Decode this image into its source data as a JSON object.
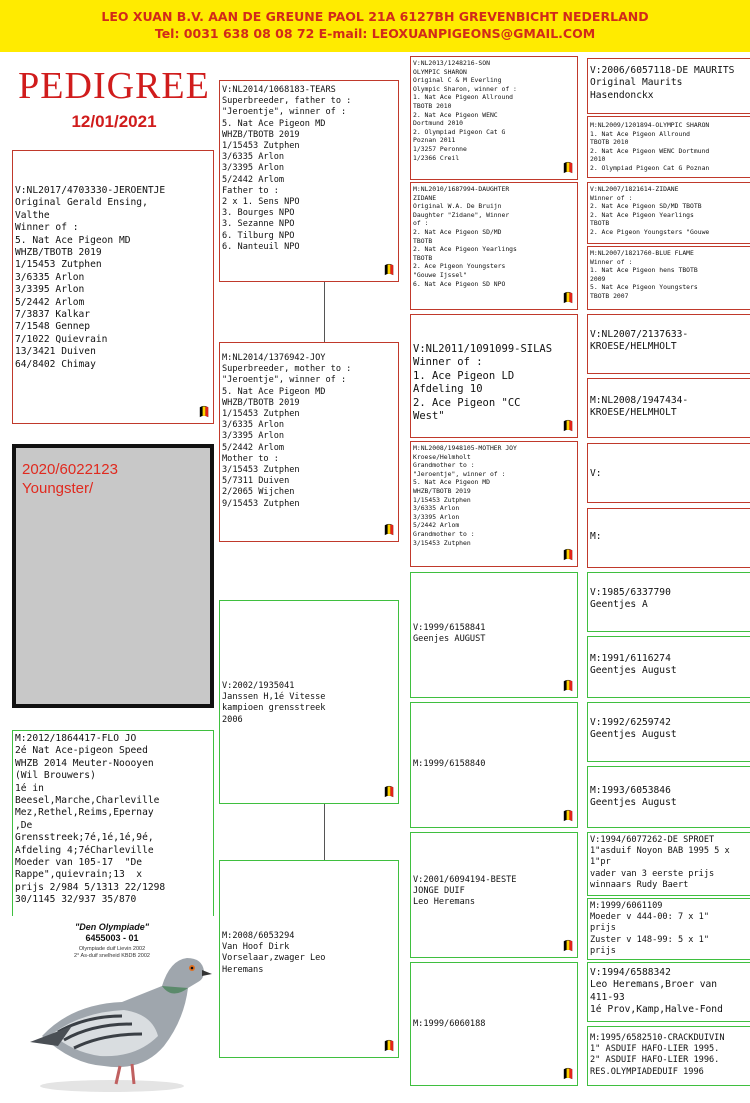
{
  "header": {
    "line1": "LEO XUAN B.V.  AAN DE GREUNE PAOL  21A  6127BH GREVENBICHT NEDERLAND",
    "line2": "Tel: 0031 638 08 08 72   E-mail: LEOXUANPIGEONS@GMAIL.COM"
  },
  "title": "PEDIGREE",
  "date": "12/01/2021",
  "subject": {
    "ring": "2020/6022123\nYoungster/"
  },
  "photo": {
    "name": "\"Den Olympiade\"",
    "ring": "6455003 - 01",
    "text": "Olympiade duif Lievin 2002\n2° As-duif snelheid KBDB 2002"
  },
  "boxes": {
    "sire": "V:NL2017/4703330-JEROENTJE\nOriginal Gerald Ensing,\nValthe\nWinner of :\n5. Nat Ace Pigeon MD\nWHZB/TBOTB 2019\n1/15453 Zutphen\n3/6335 Arlon\n3/3395 Arlon\n5/2442 Arlom\n7/3837 Kalkar\n7/1548 Gennep\n7/1022 Quievrain\n13/3421 Duiven\n64/8402 Chimay",
    "dam": "M:2012/1864417-FLO JO\n2é Nat Ace-pigeon Speed\nWHZB 2014 Meuter-Noooyen\n(Wil Brouwers)\n1é in\nBeesel,Marche,Charleville\nMez,Rethel,Reims,Epernay\n,De\nGrensstreek;7é,1é,1é,9é,\nAfdeling 4;7éCharleville\nMoeder van 105-17  \"De\nRappe\",quievrain;13  x\nprijs 2/984 5/1313 22/1298\n30/1145 32/937 35/870",
    "ss": "V:NL2014/1068183-TEARS\nSuperbreeder, father to :\n\"Jeroentje\", winner of :\n5. Nat Ace Pigeon MD\nWHZB/TBOTB 2019\n1/15453 Zutphen\n3/6335 Arlon\n3/3395 Arlon\n5/2442 Arlom\nFather to :\n2 x 1. Sens NPO\n3. Bourges NPO\n3. Sezanne NPO\n6. Tilburg NPO\n6. Nanteuil NPO",
    "sd": "M:NL2014/1376942-JOY\nSuperbreeder, mother to :\n\"Jeroentje\", winner of :\n5. Nat Ace Pigeon MD\nWHZB/TBOTB 2019\n1/15453 Zutphen\n3/6335 Arlon\n3/3395 Arlon\n5/2442 Arlom\nMother to :\n3/15453 Zutphen\n5/7311 Duiven\n2/2065 Wijchen\n9/15453 Zutphen",
    "ds": "V:2002/1935041\nJanssen H,1é Vitesse\nkampioen grensstreek\n2006",
    "dd": "M:2008/6053294\nVan Hoof Dirk\nVorselaar,zwager Leo\nHeremans",
    "sss": "V:NL2013/1248216-SON\nOLYMPIC SHARON\nOriginal C & M Everling\nOlympic Sharon, winner of :\n1. Nat Ace Pigeon Allround\nTBOTB 2010\n2. Nat Ace Pigeon WENC\nDortmund 2010\n2. Olympiad Pigeon Cat G\nPoznan 2011\n1/3257 Peronne\n1/2366 Creil",
    "ssd": "M:NL2010/1687994-DAUGHTER\nZIDANE\nOriginal W.A. De Bruijn\nDaughter \"Zidane\", Winner\nof :\n2. Nat Ace Pigeon SD/MD\nTBOTB\n2. Nat Ace Pigeon Yearlings\nTBOTB\n2. Ace Pigeon Youngsters\n\"Gouwe Ijssel\"\n6. Nat Ace Pigeon SD NPO",
    "sds": "V:NL2011/1091099-SILAS\nWinner of :\n1. Ace Pigeon LD\nAfdeling 10\n2. Ace Pigeon \"CC\nWest\"",
    "sdd": "M:NL2008/1948105-MOTHER JOY\nKroese/Helmholt\nGrandmother to :\n\"Jeroentje\", winner of :\n5. Nat Ace Pigeon MD\nWHZB/TBOTB 2019\n1/15453 Zutphen\n3/6335 Arlon\n3/3395 Arlon\n5/2442 Arlom\nGrandmother to :\n3/15453 Zutphen",
    "dss": "V:1999/6158841\nGeenjes AUGUST",
    "dsd": "M:1999/6158840",
    "dds": "V:2001/6094194-BESTE\nJONGE DUIF\nLeo Heremans",
    "ddd": "M:1999/6060188",
    "g1": "V:2006/6057118-DE MAURITS\nOriginal Maurits\nHasendonckx",
    "g2": "M:NL2009/1201894-OLYMPIC SHARON\n1. Nat Ace Pigeon Allround\nTBOTB 2010\n2. Nat Ace Pigeon WENC Dortmund\n2010\n2. Olympiad Pigeon Cat G Poznan",
    "g3": "V:NL2007/1821614-ZIDANE\nWinner of :\n2. Nat Ace Pigeon SD/MD TBOTB\n2. Nat Ace Pigeon Yearlings\nTBOTB\n2. Ace Pigeon Youngsters \"Gouwe",
    "g4": "M:NL2007/1821760-BLUE FLAME\nWinner of :\n1. Nat Ace Pigeon hens TBOTB\n2009\n5. Nat Ace Pigeon Youngsters\nTBOTB 2007",
    "g5": "V:NL2007/2137633-\nKROESE/HELMHOLT",
    "g6": "M:NL2008/1947434-\nKROESE/HELMHOLT",
    "g7": "V:",
    "g8": "M:",
    "g9": "V:1985/6337790\nGeentjes A",
    "g10": "M:1991/6116274\nGeentjes August",
    "g11": "V:1992/6259742\nGeentjes August",
    "g12": "M:1993/6053846\nGeentjes August",
    "g13": "V:1994/6077262-DE SPROET\n1\"asduif Noyon BAB 1995 5 x\n1\"pr\nvader van 3 eerste prijs\nwinnaars Rudy Baert",
    "g14": "M:1999/6061109\nMoeder v 444-00: 7 x 1\"\nprijs\nZuster v 148-99: 5 x 1\"\nprijs",
    "g15": "V:1994/6588342\nLeo Heremans,Broer van\n411-93\n1é Prov,Kamp,Halve-Fond",
    "g16": "M:1995/6582510-CRACKDUIVIN\n1\" ASDUIF HAFO-LIER 1995.\n2\" ASDUIF HAFO-LIER 1996.\nRES.OLYMPIADEDUIF 1996"
  },
  "colors": {
    "header_bg": "#ffeb00",
    "header_text": "#d12a1a",
    "title": "#d01c1c",
    "sire_side_border": "#c0392b",
    "dam_side_border": "#3fbf3f"
  }
}
